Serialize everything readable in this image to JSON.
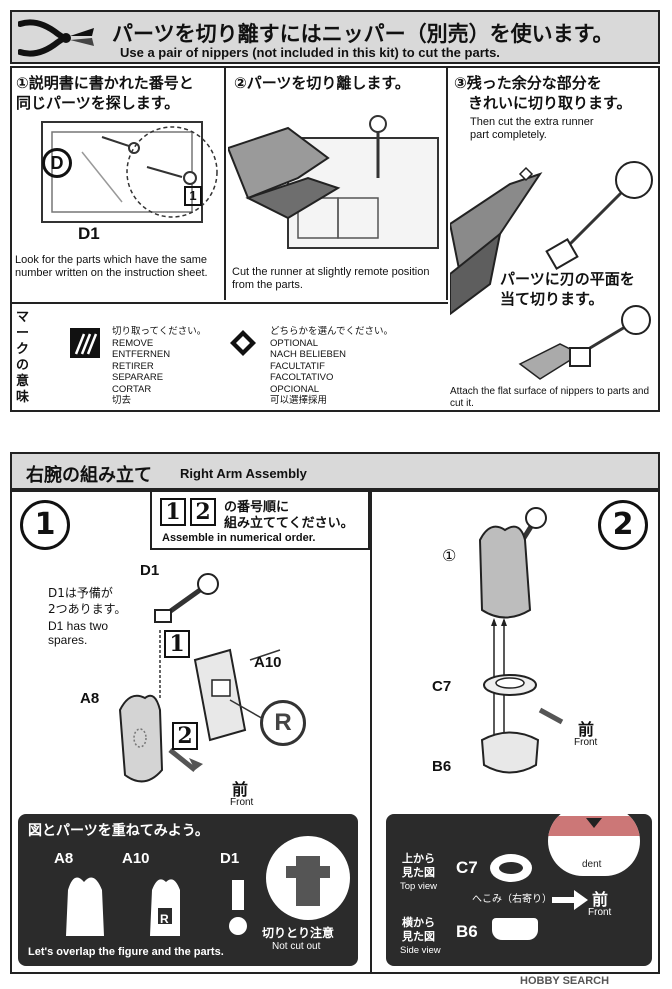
{
  "header": {
    "title_jp": "パーツを切り離すにはニッパー（別売）を使います。",
    "title_en": "Use a pair of nippers (not included in this kit) to cut the parts."
  },
  "step1": {
    "text_jp_line1": "①説明書に書かれた番号と",
    "text_jp_line2": "同じパーツを探します。",
    "part_label": "D1",
    "badge_d": "D",
    "badge_1": "1",
    "text_en": "Look for the parts which have the same number written on the instruction sheet."
  },
  "step2": {
    "text_jp": "②パーツを切り離します。",
    "text_en": "Cut the runner at slightly remote position from the parts."
  },
  "step3": {
    "text_jp_line1": "③残った余分な部分を",
    "text_jp_line2": "きれいに切り取ります。",
    "text_en": "Then cut the extra runner part completely.",
    "sub_jp_line1": "パーツに刃の平面を",
    "sub_jp_line2": "当て切ります。",
    "sub_en": "Attach the flat surface of nippers to parts and cut it."
  },
  "marks": {
    "heading": "マークの意味",
    "remove": [
      "切り取ってください。",
      "REMOVE",
      "ENTFERNEN",
      "RETIRER",
      "SEPARARE",
      "CORTAR",
      "切去"
    ],
    "optional": [
      "どちらかを選んでください。",
      "OPTIONAL",
      "NACH BELIEBEN",
      "FACULTATIF",
      "FACOLTATIVO",
      "OPCIONAL",
      "可以選擇採用"
    ]
  },
  "assembly": {
    "title_jp": "右腕の組み立て",
    "title_en": "Right Arm Assembly",
    "order_num_1": "1",
    "order_num_2": "2",
    "order_jp_line1": "の番号順に",
    "order_jp_line2": "組み立ててください。",
    "order_en": "Assemble in numerical order.",
    "step1_num": "1",
    "step2_num": "2",
    "d1_label": "D1",
    "d1_note_jp_line1": "D1は予備が",
    "d1_note_jp_line2": "2つあります。",
    "d1_note_en_line1": "D1 has two",
    "d1_note_en_line2": "spares.",
    "a8_label": "A8",
    "a10_label": "A10",
    "r_label": "R",
    "sub1": "1",
    "sub2": "2",
    "front_jp": "前",
    "front_en": "Front",
    "c7_label": "C7",
    "b6_label": "B6",
    "circled_1": "①",
    "front2_jp": "前",
    "front2_en": "Front"
  },
  "overlap_panel": {
    "title_jp": "図とパーツを重ねてみよう。",
    "a8": "A8",
    "a10": "A10",
    "d1": "D1",
    "r": "R",
    "caution_jp": "切りとり注意",
    "caution_en": "Not cut out",
    "footer_en": "Let's overlap the figure and the parts."
  },
  "view_panel": {
    "top_jp_line1": "上から",
    "top_jp_line2": "見た図",
    "top_en": "Top view",
    "c7": "C7",
    "dent_jp": "へこみ（右寄り）",
    "dent_en": "dent",
    "front_jp": "前",
    "front_en": "Front",
    "side_jp_line1": "横から",
    "side_jp_line2": "見た図",
    "side_en": "Side view",
    "b6": "B6"
  },
  "watermark": "HOBBY SEARCH"
}
